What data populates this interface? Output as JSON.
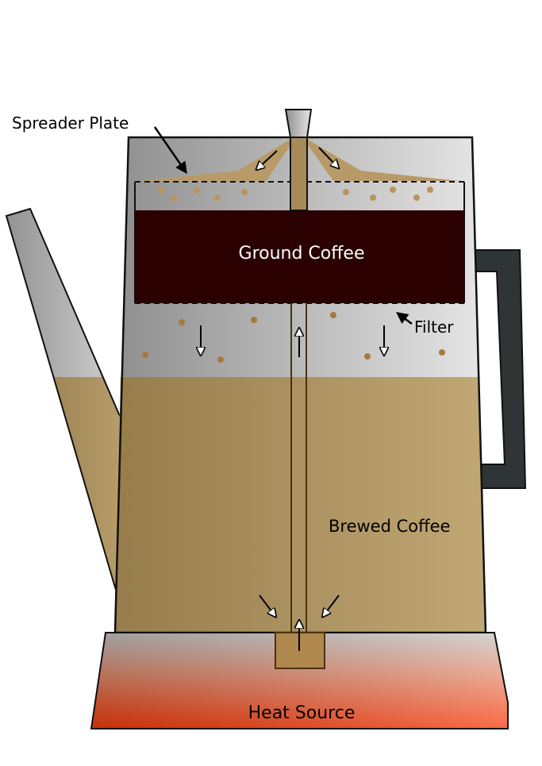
{
  "title": "Coffee percolator diagram",
  "labels": {
    "spreader_plate": "Spreader Plate",
    "ground_coffee": "Ground Coffee",
    "filter": "Filter",
    "brewed_coffee": "Brewed Coffee",
    "heat_source": "Heat Source"
  },
  "colors": {
    "ground_coffee": "#2a0000",
    "brewed_light": "#c0a673",
    "brewed_dark": "#9a7f4e",
    "handle": "#2f3436",
    "heat": "#f93a0a",
    "spreader": "#b89a68"
  }
}
